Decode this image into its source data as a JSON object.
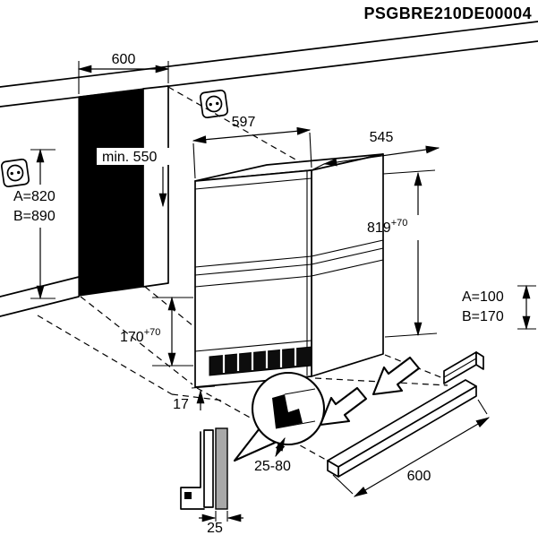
{
  "header": {
    "code": "PSGBRE210DE00004"
  },
  "colors": {
    "outline": "#000000",
    "niche_shadow": "#000000",
    "grille": "#0d0d0d",
    "panel_gray": "#a8a8a8"
  },
  "dimensions": {
    "niche_width": "600",
    "niche_depth_min": "min. 550",
    "appliance_width": "597",
    "appliance_depth": "545",
    "niche_height_a": "A=820",
    "niche_height_b": "B=890",
    "appliance_height": "819",
    "appliance_height_tolerance": "+70",
    "plinth_cutout_height": "170",
    "plinth_cutout_tolerance": "+70",
    "door_floor_gap": "17",
    "plinth_height_a": "A=100",
    "plinth_height_b": "B=170",
    "plinth_clearance_range": "25-80",
    "plinth_board_length": "600",
    "plinth_panel_thickness": "25"
  },
  "icons": {
    "outlet_top": "power-outlet",
    "outlet_left": "power-outlet",
    "insert_arrows": "insertion-direction-arrow",
    "detail_balloon": "detail-zoom-balloon"
  }
}
